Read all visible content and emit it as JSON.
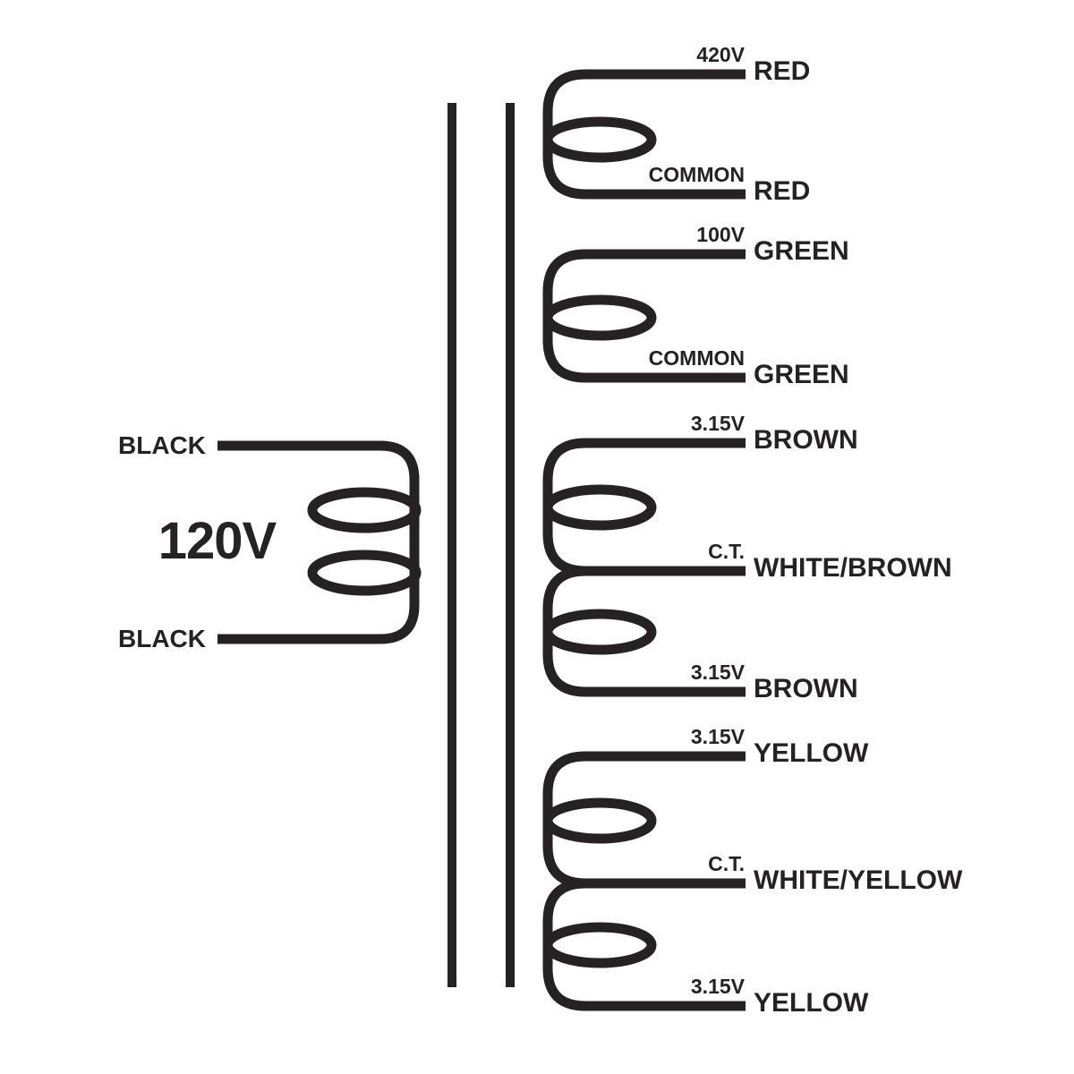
{
  "diagram": {
    "ink_color": "#262122",
    "background_color": "#ffffff",
    "primary": {
      "voltage_label": "120V",
      "top_lead": "BLACK",
      "bottom_lead": "BLACK"
    },
    "secondaries": [
      {
        "top_tap": "420V",
        "top_lead": "RED",
        "bottom_tap": "COMMON",
        "bottom_lead": "RED"
      },
      {
        "top_tap": "100V",
        "top_lead": "GREEN",
        "bottom_tap": "COMMON",
        "bottom_lead": "GREEN"
      },
      {
        "top_tap": "3.15V",
        "top_lead": "BROWN",
        "center_tap": "C.T.",
        "center_lead": "WHITE/BROWN",
        "bottom_tap": "3.15V",
        "bottom_lead": "BROWN"
      },
      {
        "top_tap": "3.15V",
        "top_lead": "YELLOW",
        "center_tap": "C.T.",
        "center_lead": "WHITE/YELLOW",
        "bottom_tap": "3.15V",
        "bottom_lead": "YELLOW"
      }
    ]
  }
}
